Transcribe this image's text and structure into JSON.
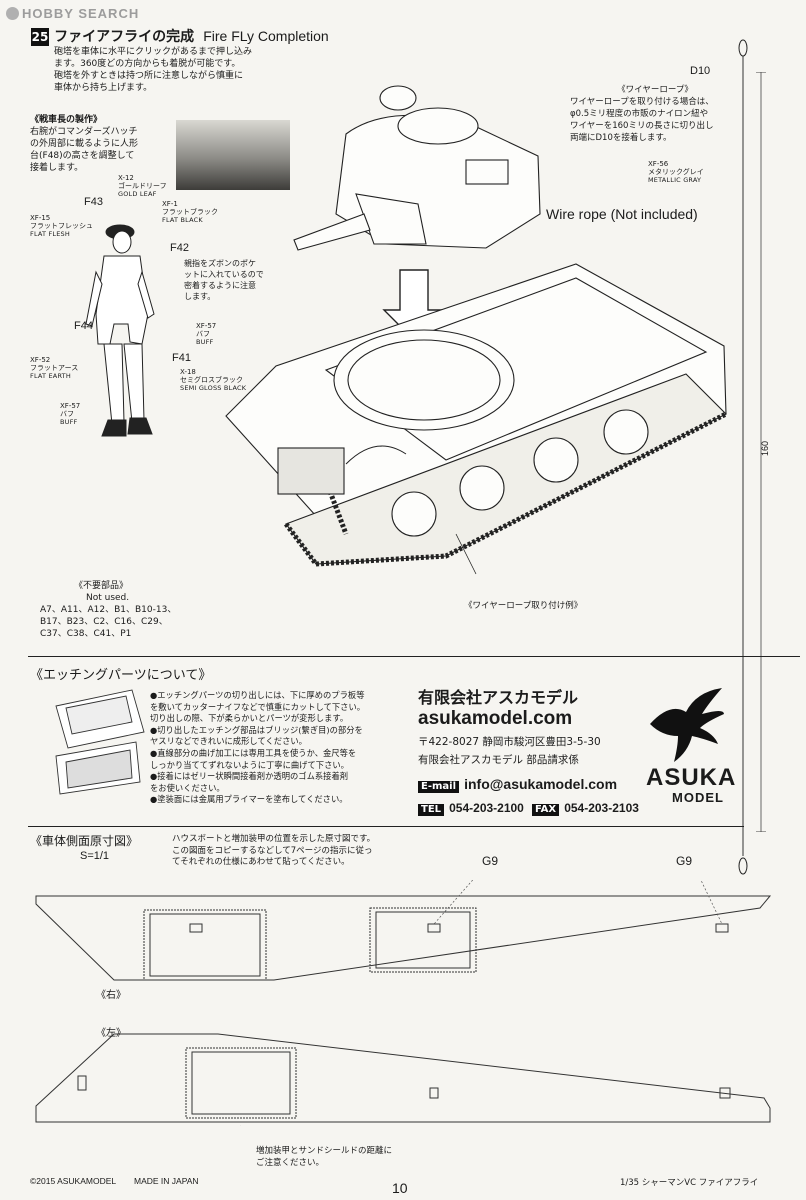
{
  "watermark": "HOBBY SEARCH",
  "step": {
    "number": "25",
    "title_jp": "ファイアフライの完成",
    "title_en": "Fire FLy Completion",
    "instructions": [
      "砲塔を車体に水平にクリックがあるまで押し込み",
      "ます。360度どの方向からも着脱が可能です。",
      "砲塔を外すときは持つ所に注意しながら慎重に",
      "車体から持ち上げます。"
    ]
  },
  "commander": {
    "heading": "《戦車長の製作》",
    "text": [
      "右腕がコマンダーズハッチ",
      "の外周部に載るように人形",
      "台(F48)の高さを調整して",
      "接着します。"
    ],
    "pocket_note": [
      "親指をズボンのポケ",
      "ットに入れているので",
      "密着するように注意",
      "します。"
    ],
    "parts": [
      "F43",
      "F42",
      "F44",
      "F41"
    ],
    "paints": [
      {
        "code": "X-12",
        "jp": "ゴールドリーフ",
        "en": "GOLD LEAF"
      },
      {
        "code": "XF-1",
        "jp": "フラットブラック",
        "en": "FLAT BLACK"
      },
      {
        "code": "XF-15",
        "jp": "フラットフレッシュ",
        "en": "FLAT FLESH"
      },
      {
        "code": "XF-57",
        "jp": "バフ",
        "en": "BUFF"
      },
      {
        "code": "XF-52",
        "jp": "フラットアース",
        "en": "FLAT EARTH"
      },
      {
        "code": "X-18",
        "jp": "セミグロスブラック",
        "en": "SEMI GLOSS BLACK"
      },
      {
        "code": "XF-57",
        "jp": "バフ",
        "en": "BUFF"
      }
    ]
  },
  "wire": {
    "part": "D10",
    "heading": "《ワイヤーロープ》",
    "text": [
      "ワイヤーロープを取り付ける場合は、",
      "φ0.5ミリ程度の市販のナイロン紐や",
      "ワイヤーを160ミリの長さに切り出し",
      "両端にD10を接着します。"
    ],
    "paint": {
      "code": "XF-56",
      "jp": "メタリックグレイ",
      "en": "METALLIC GRAY"
    },
    "not_included": "Wire rope (Not included)",
    "length_label": "160",
    "example_label": "《ワイヤーロープ取り付け例》"
  },
  "unused": {
    "heading": "《不要部品》",
    "subheading": "Not used.",
    "lines": [
      "A7、A11、A12、B1、B10-13、",
      "B17、B23、C2、C16、C29、",
      "C37、C38、C41、P1"
    ]
  },
  "etching": {
    "heading": "《エッチングパーツについて》",
    "notes": [
      "●エッチングパーツの切り出しには、下に厚めのプラ板等",
      "を敷いてカッターナイフなどで慎重にカットして下さい。",
      "切り出しの際、下が柔らかいとパーツが変形します。",
      "●切り出したエッチング部品はブリッジ(繋ぎ目)の部分を",
      "ヤスリなどできれいに成形してください。",
      "●直線部分の曲げ加工には専用工具を使うか、金尺等を",
      "しっかり当ててずれないように丁寧に曲げて下さい。",
      "●接着にはゼリー状瞬間接着剤か透明のゴム系接着剤",
      "をお使いください。",
      "●塗装面には金属用プライマーを塗布してください。"
    ]
  },
  "company": {
    "name_jp": "有限会社アスカモデル",
    "url": "asukamodel.com",
    "address": "〒422-8027 静岡市駿河区豊田3-5-30",
    "dept": "有限会社アスカモデル 部品請求係",
    "email_label": "E-mail",
    "email": "info@asukamodel.com",
    "tel_label": "TEL",
    "tel": "054-203-2100",
    "fax_label": "FAX",
    "fax": "054-203-2103",
    "logo_line1": "ASUKA",
    "logo_line2": "MODEL"
  },
  "template": {
    "heading": "《車体側面原寸図》",
    "scale": "S=1/1",
    "text": [
      "ハウスボートと増加装甲の位置を示した原寸図です。",
      "この図面をコピーするなどして7ページの指示に従っ",
      "てそれぞれの仕様にあわせて貼ってください。"
    ],
    "part_labels": [
      "G9",
      "G9"
    ],
    "right_label": "《右》",
    "left_label": "《左》",
    "caution": [
      "増加装甲とサンドシールドの距離に",
      "ご注意ください。"
    ]
  },
  "footer": {
    "copyright": "©2015 ASUKAMODEL",
    "made_in": "MADE IN JAPAN",
    "page": "10",
    "product": "1/35 シャーマンVC ファイアフライ"
  }
}
